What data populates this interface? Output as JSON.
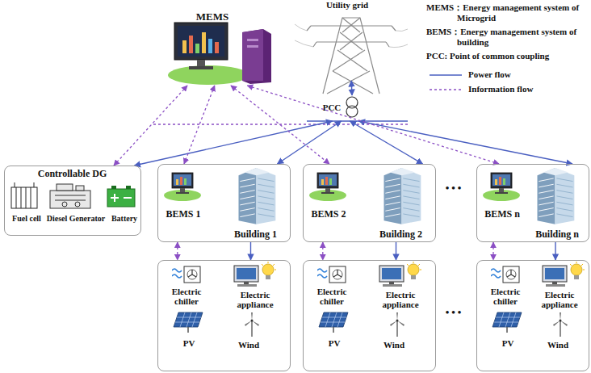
{
  "diagram": {
    "nodes": [
      {
        "text": [
          "Utility grid"
        ]
      },
      {
        "text": [
          "PCC"
        ]
      },
      {
        "text": [
          "MEMS"
        ]
      },
      {
        "text": [
          "Controllable DG",
          "Fuel cell",
          "Diesel Generator",
          "Battery"
        ]
      },
      {
        "text": [
          "BEMS 1",
          "Building 1"
        ]
      },
      {
        "text": [
          "BEMS 2",
          "Building 2"
        ]
      },
      {
        "text": [
          "BEMS n",
          "Building n"
        ]
      },
      {
        "text": [
          "Electric chiller",
          "Electric appliance",
          "PV",
          "Wind"
        ]
      },
      {
        "text": [
          "Electric chiller",
          "Electric appliance",
          "PV",
          "Wind"
        ]
      },
      {
        "text": [
          "Electric chiller",
          "Electric appliance",
          "PV",
          "Wind"
        ]
      }
    ],
    "edges": [
      {
        "from": 0,
        "to": 1,
        "arrow": "both"
      },
      {
        "from": 1,
        "to": 3,
        "arrow": "both"
      },
      {
        "from": 1,
        "to": 4,
        "arrow": "both"
      },
      {
        "from": 1,
        "to": 5,
        "arrow": "both"
      },
      {
        "from": 1,
        "to": 6,
        "arrow": "both"
      },
      {
        "from": 2,
        "to": 3,
        "arrow": "both"
      },
      {
        "from": 2,
        "to": 4,
        "arrow": "both"
      },
      {
        "from": 2,
        "to": 5,
        "arrow": "both"
      },
      {
        "from": 2,
        "to": 6,
        "arrow": "both"
      },
      {
        "from": 4,
        "to": 7,
        "arrow": "both"
      },
      {
        "from": 4,
        "to": 7,
        "arrow": "to"
      },
      {
        "from": 5,
        "to": 8,
        "arrow": "both"
      },
      {
        "from": 5,
        "to": 8,
        "arrow": "to"
      },
      {
        "from": 6,
        "to": 9,
        "arrow": "both"
      },
      {
        "from": 6,
        "to": 9,
        "arrow": "to"
      }
    ],
    "labels": [
      "MEMS：Energy management system of Microgrid",
      "BEMS：Energy management system of building",
      "PCC: Point of common coupling",
      "•••",
      "•••"
    ],
    "legend": [
      {
        "text": "Power flow"
      },
      {
        "text": "Information flow"
      }
    ]
  }
}
